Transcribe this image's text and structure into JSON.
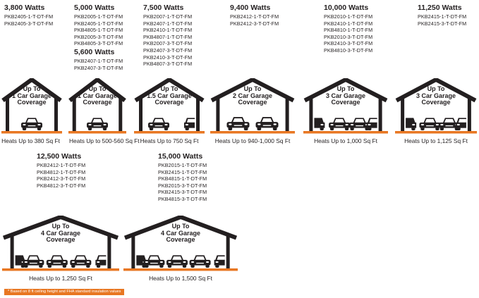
{
  "brand_color": "#e87722",
  "ink_color": "#231f20",
  "units": [
    {
      "blocks": [
        {
          "watts": "3,800 Watts",
          "models": [
            "PKB2405-1-T-DT-FM",
            "PKB2405-3-T-DT-FM"
          ]
        }
      ],
      "coverage": [
        "Up To",
        "1 Car Garage",
        "Coverage"
      ],
      "heats": "Heats Up to 380 Sq Ft",
      "cars": 1
    },
    {
      "blocks": [
        {
          "watts": "5,000 Watts",
          "models": [
            "PKB2005-1-T-DT-FM",
            "PKB2405-1-T-DT-FM",
            "PKB4805-1-T-DT-FM",
            "PKB2005-3-T-DT-FM",
            "PKB4805-3-T-DT-FM"
          ]
        },
        {
          "watts": "5,600 Watts",
          "models": [
            "PKB2407-1-T-DT-FM",
            "PKB2407-3-T-DT-FM"
          ]
        }
      ],
      "coverage": [
        "Up To",
        "1 Car Garage",
        "Coverage"
      ],
      "heats": "Heats Up to 500-560 Sq Ft",
      "cars": 1
    },
    {
      "blocks": [
        {
          "watts": "7,500 Watts",
          "models": [
            "PKB2007-1-T-DT-FM",
            "PKB2407-1-T-DT-FM",
            "PKB2410-1-T-DT-FM",
            "PKB4807-1-T-DT-FM",
            "PKB2007-3-T-DT-FM",
            "PKB2407-3-T-DT-FM",
            "PKB2410-3-T-DT-FM",
            "PKB4807-3-T-DT-FM"
          ]
        }
      ],
      "coverage": [
        "Up To",
        "1.5 Car Garage",
        "Coverage"
      ],
      "heats": "Heats Up to 750 Sq Ft",
      "cars": 1.5
    },
    {
      "blocks": [
        {
          "watts": "9,400 Watts",
          "models": [
            "PKB2412-1-T-DT-FM",
            "PKB2412-3-T-DT-FM"
          ]
        }
      ],
      "coverage": [
        "Up To",
        "2 Car Garage",
        "Coverage"
      ],
      "heats": "Heats Up to 940-1,000 Sq Ft",
      "cars": 2
    },
    {
      "blocks": [
        {
          "watts": "10,000 Watts",
          "models": [
            "PKB2010-1-T-DT-FM",
            "PKB2410-1-T-DT-FM",
            "PKB4810-1-T-DT-FM",
            "PKB2010-3-T-DT-FM",
            "PKB2410-3-T-DT-FM",
            "PKB4810-3-T-DT-FM"
          ]
        }
      ],
      "coverage": [
        "Up To",
        "3 Car Garage",
        "Coverage"
      ],
      "heats": "Heats Up to 1,000 Sq Ft",
      "cars": 3
    },
    {
      "blocks": [
        {
          "watts": "11,250 Watts",
          "models": [
            "PKB2415-1-T-DT-FM",
            "PKB2415-3-T-DT-FM"
          ]
        }
      ],
      "coverage": [
        "Up To",
        "3 Car Garage",
        "Coverage"
      ],
      "heats": "Heats Up to 1,125 Sq Ft",
      "cars": 3
    },
    {
      "blocks": [
        {
          "watts": "12,500 Watts",
          "models": [
            "PKB2412-1-T-DT-FM",
            "PKB4812-1-T-DT-FM",
            "PKB2412-3-T-DT-FM",
            "PKB4812-3-T-DT-FM"
          ]
        }
      ],
      "coverage": [
        "Up To",
        "4 Car Garage",
        "Coverage"
      ],
      "heats": "Heats Up to 1,250 Sq Ft",
      "cars": 4
    },
    {
      "blocks": [
        {
          "watts": "15,000 Watts",
          "models": [
            "PKB2015-1-T-DT-FM",
            "PKB2415-1-T-DT-FM",
            "PKB4815-1-T-DT-FM",
            "PKB2015-3-T-DT-FM",
            "PKB2415-3-T-DT-FM",
            "PKB4815-3-T-DT-FM"
          ]
        }
      ],
      "coverage": [
        "Up To",
        "4 Car Garage",
        "Coverage"
      ],
      "heats": "Heats Up to 1,500 Sq Ft",
      "cars": 4
    }
  ],
  "footnote": "* Based on 8 ft ceiling height and FHA standard insulation values"
}
